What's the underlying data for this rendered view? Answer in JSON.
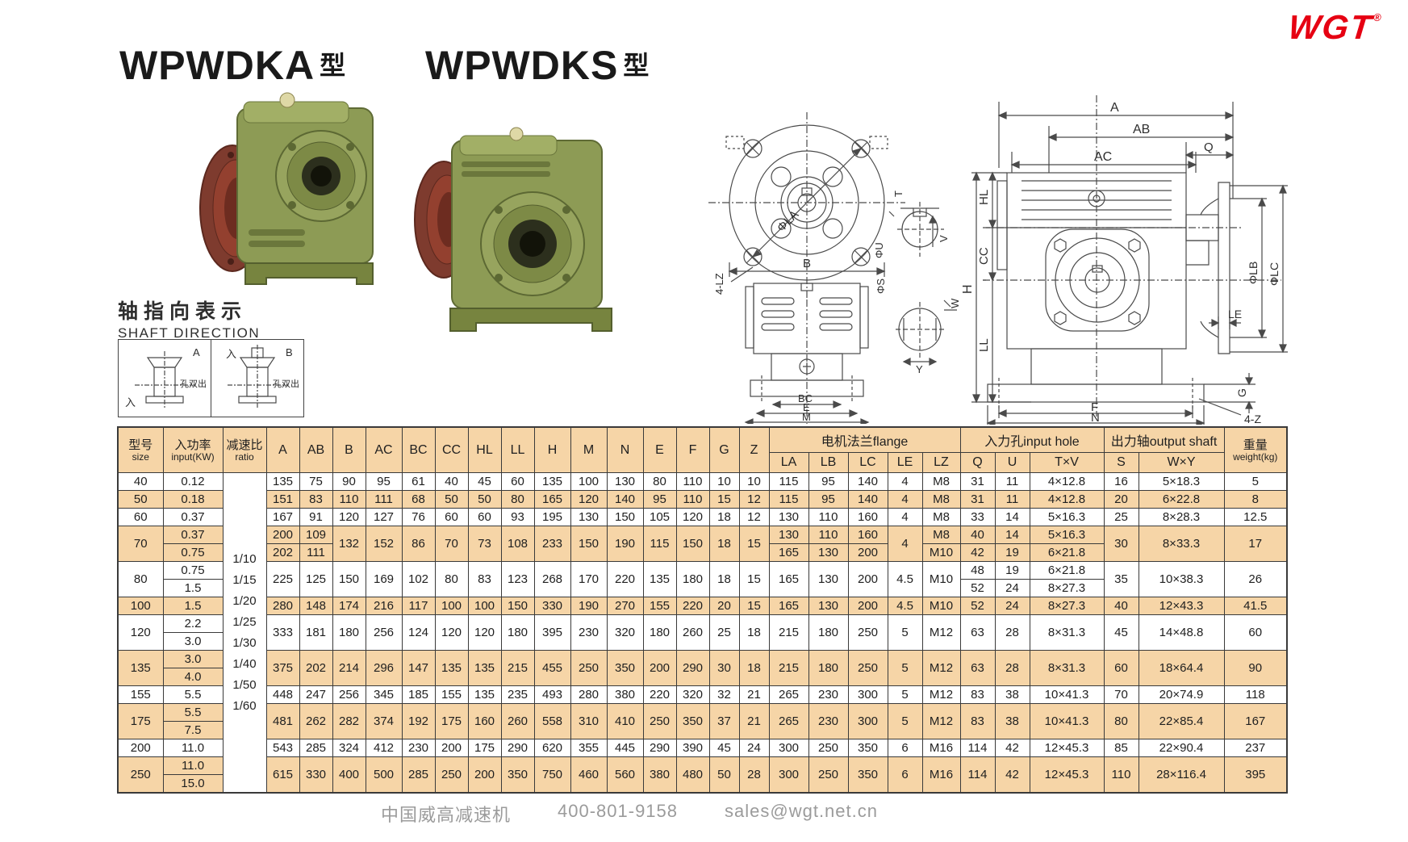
{
  "header": {
    "title1": "WPWDKA",
    "title1_suffix": "型",
    "title2": "WPWDKS",
    "title2_suffix": "型",
    "logo": "WGT",
    "logo_reg": "®"
  },
  "shaft_direction": {
    "title_cn": "轴指向表示",
    "title_en": "SHAFT DIRECTION",
    "cells": [
      {
        "label": "A",
        "in_label": "入",
        "out_label": "孔双出"
      },
      {
        "label": "B",
        "in_label": "入",
        "out_label": "孔双出"
      }
    ]
  },
  "drawings": {
    "front": {
      "phi_la": "ΦLA",
      "b": "B",
      "lz": "4-LZ",
      "bc": "BC",
      "e": "E",
      "m": "M"
    },
    "details": {
      "t": "T",
      "v": "V",
      "phi_u": "ΦU",
      "phi_s": "ΦS",
      "w": "W",
      "y": "Y"
    },
    "side": {
      "a": "A",
      "ab": "AB",
      "q": "Q",
      "ac": "AC",
      "hl": "HL",
      "cc": "CC",
      "ll": "LL",
      "h": "H",
      "phi_lb": "ΦLB",
      "phi_lc": "ΦLC",
      "le": "LE",
      "g": "G",
      "f": "F",
      "n": "N",
      "z": "4-Z"
    }
  },
  "table": {
    "header": {
      "size_cn": "型号",
      "size_en": "size",
      "input_cn": "入功率",
      "input_en": "input(KW)",
      "ratio_cn": "减速比",
      "ratio_en": "ratio",
      "dim_cols": [
        "A",
        "AB",
        "B",
        "AC",
        "BC",
        "CC",
        "HL",
        "LL",
        "H",
        "M",
        "N",
        "E",
        "F",
        "G",
        "Z"
      ],
      "flange_label": "电机法兰flange",
      "flange_cols": [
        "LA",
        "LB",
        "LC",
        "LE",
        "LZ"
      ],
      "input_hole_label": "入力孔input hole",
      "input_hole_cols": [
        "Q",
        "U",
        "T×V"
      ],
      "output_label": "出力轴output shaft",
      "output_cols": [
        "S",
        "W×Y"
      ],
      "weight_label": "重量",
      "weight_label2": "weight(kg)"
    },
    "ratios": [
      "1/10",
      "1/15",
      "1/20",
      "1/25",
      "1/30",
      "1/40",
      "1/50",
      "1/60"
    ],
    "rows": [
      {
        "size": "40",
        "shaded": false,
        "inputs": [
          "0.12"
        ],
        "cols": [
          [
            "135"
          ],
          [
            "75"
          ],
          [
            "90"
          ],
          [
            "95"
          ],
          [
            "61"
          ],
          [
            "40"
          ],
          [
            "45"
          ],
          [
            "60"
          ],
          [
            "135"
          ],
          [
            "100"
          ],
          [
            "130"
          ],
          [
            "80"
          ],
          [
            "110"
          ],
          [
            "10"
          ],
          [
            "10"
          ],
          [
            "115"
          ],
          [
            "95"
          ],
          [
            "140"
          ],
          [
            "4"
          ],
          [
            "M8"
          ],
          [
            "31"
          ],
          [
            "11"
          ],
          [
            "4×12.8"
          ],
          [
            "16"
          ],
          [
            "5×18.3"
          ],
          [
            "5"
          ]
        ]
      },
      {
        "size": "50",
        "shaded": true,
        "inputs": [
          "0.18"
        ],
        "cols": [
          [
            "151"
          ],
          [
            "83"
          ],
          [
            "110"
          ],
          [
            "111"
          ],
          [
            "68"
          ],
          [
            "50"
          ],
          [
            "50"
          ],
          [
            "80"
          ],
          [
            "165"
          ],
          [
            "120"
          ],
          [
            "140"
          ],
          [
            "95"
          ],
          [
            "110"
          ],
          [
            "15"
          ],
          [
            "12"
          ],
          [
            "115"
          ],
          [
            "95"
          ],
          [
            "140"
          ],
          [
            "4"
          ],
          [
            "M8"
          ],
          [
            "31"
          ],
          [
            "11"
          ],
          [
            "4×12.8"
          ],
          [
            "20"
          ],
          [
            "6×22.8"
          ],
          [
            "8"
          ]
        ]
      },
      {
        "size": "60",
        "shaded": false,
        "inputs": [
          "0.37"
        ],
        "cols": [
          [
            "167"
          ],
          [
            "91"
          ],
          [
            "120"
          ],
          [
            "127"
          ],
          [
            "76"
          ],
          [
            "60"
          ],
          [
            "60"
          ],
          [
            "93"
          ],
          [
            "195"
          ],
          [
            "130"
          ],
          [
            "150"
          ],
          [
            "105"
          ],
          [
            "120"
          ],
          [
            "18"
          ],
          [
            "12"
          ],
          [
            "130"
          ],
          [
            "110"
          ],
          [
            "160"
          ],
          [
            "4"
          ],
          [
            "M8"
          ],
          [
            "33"
          ],
          [
            "14"
          ],
          [
            "5×16.3"
          ],
          [
            "25"
          ],
          [
            "8×28.3"
          ],
          [
            "12.5"
          ]
        ]
      },
      {
        "size": "70",
        "shaded": true,
        "inputs": [
          "0.37",
          "0.75"
        ],
        "cols": [
          [
            "200",
            "202"
          ],
          [
            "109",
            "111"
          ],
          [
            "132"
          ],
          [
            "152"
          ],
          [
            "86"
          ],
          [
            "70"
          ],
          [
            "73"
          ],
          [
            "108"
          ],
          [
            "233"
          ],
          [
            "150"
          ],
          [
            "190"
          ],
          [
            "115"
          ],
          [
            "150"
          ],
          [
            "18"
          ],
          [
            "15"
          ],
          [
            "130",
            "165"
          ],
          [
            "110",
            "130"
          ],
          [
            "160",
            "200"
          ],
          [
            "4"
          ],
          [
            "M8",
            "M10"
          ],
          [
            "40",
            "42"
          ],
          [
            "14",
            "19"
          ],
          [
            "5×16.3",
            "6×21.8"
          ],
          [
            "30"
          ],
          [
            "8×33.3"
          ],
          [
            "17"
          ]
        ]
      },
      {
        "size": "80",
        "shaded": false,
        "inputs": [
          "0.75",
          "1.5"
        ],
        "cols": [
          [
            "225"
          ],
          [
            "125"
          ],
          [
            "150"
          ],
          [
            "169"
          ],
          [
            "102"
          ],
          [
            "80"
          ],
          [
            "83"
          ],
          [
            "123"
          ],
          [
            "268"
          ],
          [
            "170"
          ],
          [
            "220"
          ],
          [
            "135"
          ],
          [
            "180"
          ],
          [
            "18"
          ],
          [
            "15"
          ],
          [
            "165"
          ],
          [
            "130"
          ],
          [
            "200"
          ],
          [
            "4.5"
          ],
          [
            "M10"
          ],
          [
            "48",
            "52"
          ],
          [
            "19",
            "24"
          ],
          [
            "6×21.8",
            "8×27.3"
          ],
          [
            "35"
          ],
          [
            "10×38.3"
          ],
          [
            "26"
          ]
        ]
      },
      {
        "size": "100",
        "shaded": true,
        "inputs": [
          "1.5"
        ],
        "cols": [
          [
            "280"
          ],
          [
            "148"
          ],
          [
            "174"
          ],
          [
            "216"
          ],
          [
            "117"
          ],
          [
            "100"
          ],
          [
            "100"
          ],
          [
            "150"
          ],
          [
            "330"
          ],
          [
            "190"
          ],
          [
            "270"
          ],
          [
            "155"
          ],
          [
            "220"
          ],
          [
            "20"
          ],
          [
            "15"
          ],
          [
            "165"
          ],
          [
            "130"
          ],
          [
            "200"
          ],
          [
            "4.5"
          ],
          [
            "M10"
          ],
          [
            "52"
          ],
          [
            "24"
          ],
          [
            "8×27.3"
          ],
          [
            "40"
          ],
          [
            "12×43.3"
          ],
          [
            "41.5"
          ]
        ]
      },
      {
        "size": "120",
        "shaded": false,
        "inputs": [
          "2.2",
          "3.0"
        ],
        "cols": [
          [
            "333"
          ],
          [
            "181"
          ],
          [
            "180"
          ],
          [
            "256"
          ],
          [
            "124"
          ],
          [
            "120"
          ],
          [
            "120"
          ],
          [
            "180"
          ],
          [
            "395"
          ],
          [
            "230"
          ],
          [
            "320"
          ],
          [
            "180"
          ],
          [
            "260"
          ],
          [
            "25"
          ],
          [
            "18"
          ],
          [
            "215"
          ],
          [
            "180"
          ],
          [
            "250"
          ],
          [
            "5"
          ],
          [
            "M12"
          ],
          [
            "63"
          ],
          [
            "28"
          ],
          [
            "8×31.3"
          ],
          [
            "45"
          ],
          [
            "14×48.8"
          ],
          [
            "60"
          ]
        ]
      },
      {
        "size": "135",
        "shaded": true,
        "inputs": [
          "3.0",
          "4.0"
        ],
        "cols": [
          [
            "375"
          ],
          [
            "202"
          ],
          [
            "214"
          ],
          [
            "296"
          ],
          [
            "147"
          ],
          [
            "135"
          ],
          [
            "135"
          ],
          [
            "215"
          ],
          [
            "455"
          ],
          [
            "250"
          ],
          [
            "350"
          ],
          [
            "200"
          ],
          [
            "290"
          ],
          [
            "30"
          ],
          [
            "18"
          ],
          [
            "215"
          ],
          [
            "180"
          ],
          [
            "250"
          ],
          [
            "5"
          ],
          [
            "M12"
          ],
          [
            "63"
          ],
          [
            "28"
          ],
          [
            "8×31.3"
          ],
          [
            "60"
          ],
          [
            "18×64.4"
          ],
          [
            "90"
          ]
        ]
      },
      {
        "size": "155",
        "shaded": false,
        "inputs": [
          "5.5"
        ],
        "cols": [
          [
            "448"
          ],
          [
            "247"
          ],
          [
            "256"
          ],
          [
            "345"
          ],
          [
            "185"
          ],
          [
            "155"
          ],
          [
            "135"
          ],
          [
            "235"
          ],
          [
            "493"
          ],
          [
            "280"
          ],
          [
            "380"
          ],
          [
            "220"
          ],
          [
            "320"
          ],
          [
            "32"
          ],
          [
            "21"
          ],
          [
            "265"
          ],
          [
            "230"
          ],
          [
            "300"
          ],
          [
            "5"
          ],
          [
            "M12"
          ],
          [
            "83"
          ],
          [
            "38"
          ],
          [
            "10×41.3"
          ],
          [
            "70"
          ],
          [
            "20×74.9"
          ],
          [
            "118"
          ]
        ]
      },
      {
        "size": "175",
        "shaded": true,
        "inputs": [
          "5.5",
          "7.5"
        ],
        "cols": [
          [
            "481"
          ],
          [
            "262"
          ],
          [
            "282"
          ],
          [
            "374"
          ],
          [
            "192"
          ],
          [
            "175"
          ],
          [
            "160"
          ],
          [
            "260"
          ],
          [
            "558"
          ],
          [
            "310"
          ],
          [
            "410"
          ],
          [
            "250"
          ],
          [
            "350"
          ],
          [
            "37"
          ],
          [
            "21"
          ],
          [
            "265"
          ],
          [
            "230"
          ],
          [
            "300"
          ],
          [
            "5"
          ],
          [
            "M12"
          ],
          [
            "83"
          ],
          [
            "38"
          ],
          [
            "10×41.3"
          ],
          [
            "80"
          ],
          [
            "22×85.4"
          ],
          [
            "167"
          ]
        ]
      },
      {
        "size": "200",
        "shaded": false,
        "inputs": [
          "11.0"
        ],
        "cols": [
          [
            "543"
          ],
          [
            "285"
          ],
          [
            "324"
          ],
          [
            "412"
          ],
          [
            "230"
          ],
          [
            "200"
          ],
          [
            "175"
          ],
          [
            "290"
          ],
          [
            "620"
          ],
          [
            "355"
          ],
          [
            "445"
          ],
          [
            "290"
          ],
          [
            "390"
          ],
          [
            "45"
          ],
          [
            "24"
          ],
          [
            "300"
          ],
          [
            "250"
          ],
          [
            "350"
          ],
          [
            "6"
          ],
          [
            "M16"
          ],
          [
            "114"
          ],
          [
            "42"
          ],
          [
            "12×45.3"
          ],
          [
            "85"
          ],
          [
            "22×90.4"
          ],
          [
            "237"
          ]
        ]
      },
      {
        "size": "250",
        "shaded": true,
        "inputs": [
          "11.0",
          "15.0"
        ],
        "cols": [
          [
            "615"
          ],
          [
            "330"
          ],
          [
            "400"
          ],
          [
            "500"
          ],
          [
            "285"
          ],
          [
            "250"
          ],
          [
            "200"
          ],
          [
            "350"
          ],
          [
            "750"
          ],
          [
            "460"
          ],
          [
            "560"
          ],
          [
            "380"
          ],
          [
            "480"
          ],
          [
            "50"
          ],
          [
            "28"
          ],
          [
            "300"
          ],
          [
            "250"
          ],
          [
            "350"
          ],
          [
            "6"
          ],
          [
            "M16"
          ],
          [
            "114"
          ],
          [
            "42"
          ],
          [
            "12×45.3"
          ],
          [
            "110"
          ],
          [
            "28×116.4"
          ],
          [
            "395"
          ]
        ]
      }
    ]
  },
  "footer": {
    "company": "中国威高减速机",
    "phone": "400-801-9158",
    "email": "sales@wgt.net.cn"
  },
  "colors": {
    "accent_peach": "#f6d5a7",
    "logo_red": "#e60012",
    "line": "#4a4a4a"
  }
}
